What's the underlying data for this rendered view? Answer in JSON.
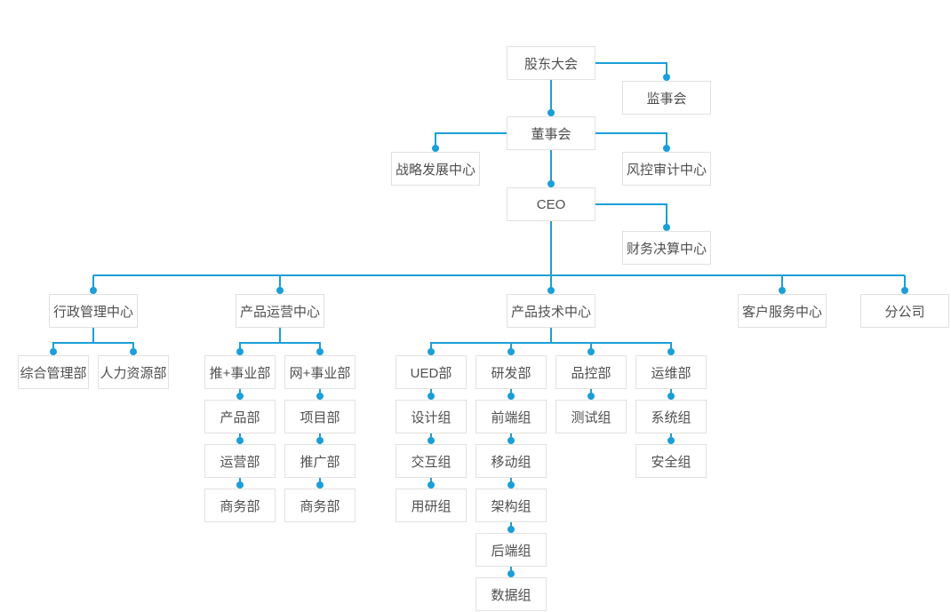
{
  "diagram": {
    "type": "org-chart",
    "accent_color": "#1a9fd8",
    "box_border_color": "#e1e1e1",
    "box_text_color": "#4f4f4f",
    "background_color": "#ffffff"
  },
  "nodes": {
    "shareholders": "股东大会",
    "supervisory": "监事会",
    "board": "董事会",
    "strategy_center": "战略发展中心",
    "risk_audit_center": "风控审计中心",
    "ceo": "CEO",
    "finance_center": "财务决算中心",
    "admin_center": "行政管理中心",
    "ops_center": "产品运营中心",
    "tech_center": "产品技术中心",
    "service_center": "客户服务中心",
    "branch": "分公司",
    "general_dept": "综合管理部",
    "hr_dept": "人力资源部",
    "tui_division": "推+事业部",
    "wang_division": "网+事业部",
    "product_dept": "产品部",
    "operation_dept": "运营部",
    "tui_business_dept": "商务部",
    "project_dept": "项目部",
    "promotion_dept": "推广部",
    "wang_business_dept": "商务部",
    "ued_dept": "UED部",
    "rd_dept": "研发部",
    "qc_dept": "品控部",
    "om_dept": "运维部",
    "design_group": "设计组",
    "interaction_group": "交互组",
    "research_group": "用研组",
    "frontend_group": "前端组",
    "mobile_group": "移动组",
    "arch_group": "架构组",
    "backend_group": "后端组",
    "data_group": "数据组",
    "test_group": "测试组",
    "system_group": "系统组",
    "security_group": "安全组"
  },
  "hierarchy": [
    [
      "shareholders",
      "supervisory"
    ],
    [
      "shareholders",
      "board"
    ],
    [
      "board",
      "strategy_center"
    ],
    [
      "board",
      "risk_audit_center"
    ],
    [
      "board",
      "ceo"
    ],
    [
      "ceo",
      "finance_center"
    ],
    [
      "ceo",
      "admin_center"
    ],
    [
      "ceo",
      "ops_center"
    ],
    [
      "ceo",
      "tech_center"
    ],
    [
      "ceo",
      "service_center"
    ],
    [
      "ceo",
      "branch"
    ],
    [
      "admin_center",
      "general_dept"
    ],
    [
      "admin_center",
      "hr_dept"
    ],
    [
      "ops_center",
      "tui_division"
    ],
    [
      "ops_center",
      "wang_division"
    ],
    [
      "tui_division",
      "product_dept"
    ],
    [
      "product_dept",
      "operation_dept"
    ],
    [
      "operation_dept",
      "tui_business_dept"
    ],
    [
      "wang_division",
      "project_dept"
    ],
    [
      "project_dept",
      "promotion_dept"
    ],
    [
      "promotion_dept",
      "wang_business_dept"
    ],
    [
      "tech_center",
      "ued_dept"
    ],
    [
      "tech_center",
      "rd_dept"
    ],
    [
      "tech_center",
      "qc_dept"
    ],
    [
      "tech_center",
      "om_dept"
    ],
    [
      "ued_dept",
      "design_group"
    ],
    [
      "design_group",
      "interaction_group"
    ],
    [
      "interaction_group",
      "research_group"
    ],
    [
      "rd_dept",
      "frontend_group"
    ],
    [
      "frontend_group",
      "mobile_group"
    ],
    [
      "mobile_group",
      "arch_group"
    ],
    [
      "arch_group",
      "backend_group"
    ],
    [
      "backend_group",
      "data_group"
    ],
    [
      "qc_dept",
      "test_group"
    ],
    [
      "om_dept",
      "system_group"
    ],
    [
      "system_group",
      "security_group"
    ]
  ]
}
